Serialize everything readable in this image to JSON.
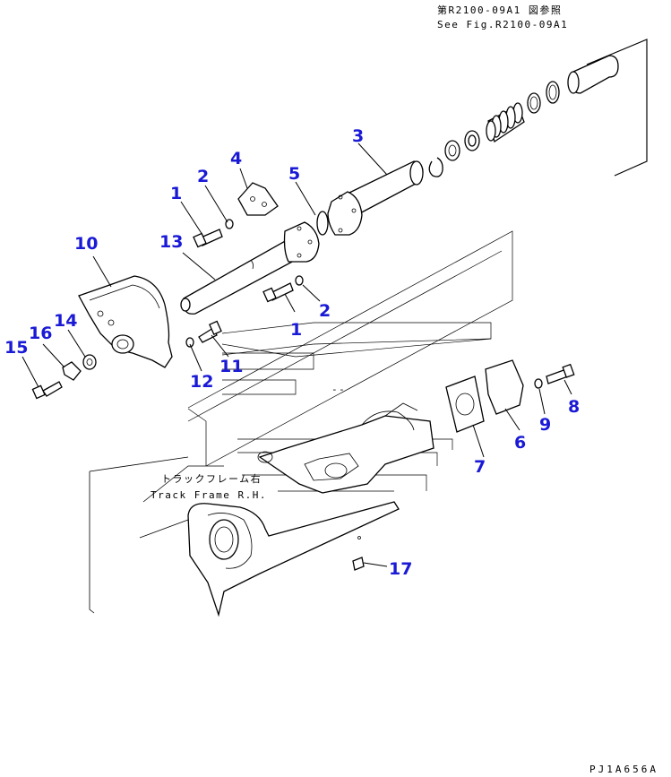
{
  "notes": {
    "ref_jp": "第R2100-09A1 図参照",
    "ref_en": "See Fig.R2100-09A1",
    "frame_jp": "トラックフレーム右",
    "frame_en": "Track Frame R.H."
  },
  "drawing_code": "PJ1A656A",
  "callouts": {
    "c1a": "1",
    "c2a": "2",
    "c3": "3",
    "c4": "4",
    "c5": "5",
    "c10": "10",
    "c13": "13",
    "c1b": "1",
    "c2b": "2",
    "c14": "14",
    "c16": "16",
    "c15": "15",
    "c11": "11",
    "c12": "12",
    "c6": "6",
    "c7": "7",
    "c8": "8",
    "c9": "9",
    "c17": "17"
  },
  "colors": {
    "callout": "#1a1ad6",
    "line": "#000000",
    "paper": "#ffffff"
  }
}
